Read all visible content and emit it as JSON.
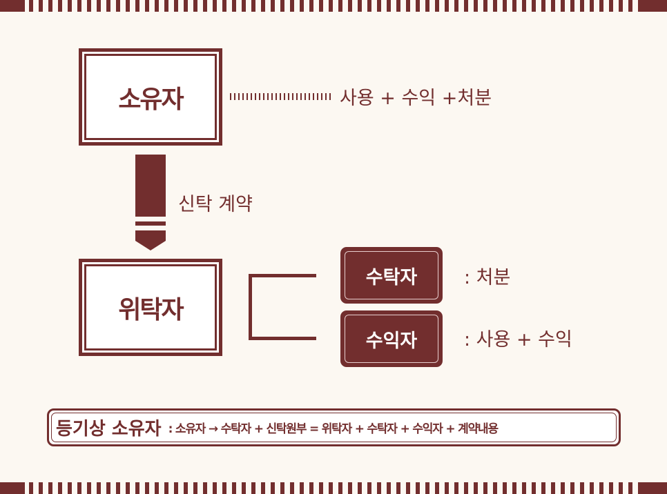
{
  "colors": {
    "accent": "#722e2e",
    "background": "#fcf8f2"
  },
  "owner_box": "소유자",
  "owner_rights": "사용 + 수익 +처분",
  "contract_label": "신탁 계약",
  "trustor_box": "위탁자",
  "trustee": {
    "label": "수탁자",
    "right": ":  처분"
  },
  "beneficiary": {
    "label": "수익자",
    "right": ":  사용  +  수익"
  },
  "note": {
    "title": "등기상 소유자",
    "body": ": 소유자 → 수탁자 + 신탁원부 = 위탁자 + 수탁자 + 수익자 + 계약내용"
  }
}
